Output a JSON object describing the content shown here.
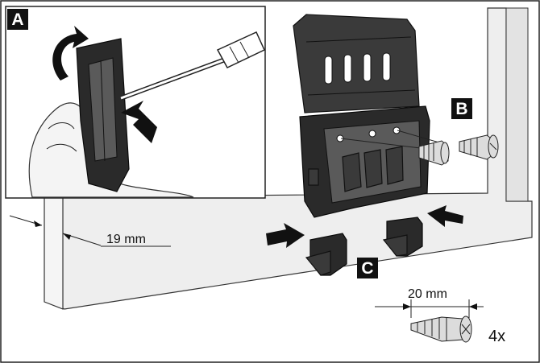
{
  "labels": {
    "a": "A",
    "b": "B",
    "c": "C"
  },
  "dimensions": {
    "panel": "19 mm",
    "screw_length": "20 mm"
  },
  "quantity": "4x"
}
